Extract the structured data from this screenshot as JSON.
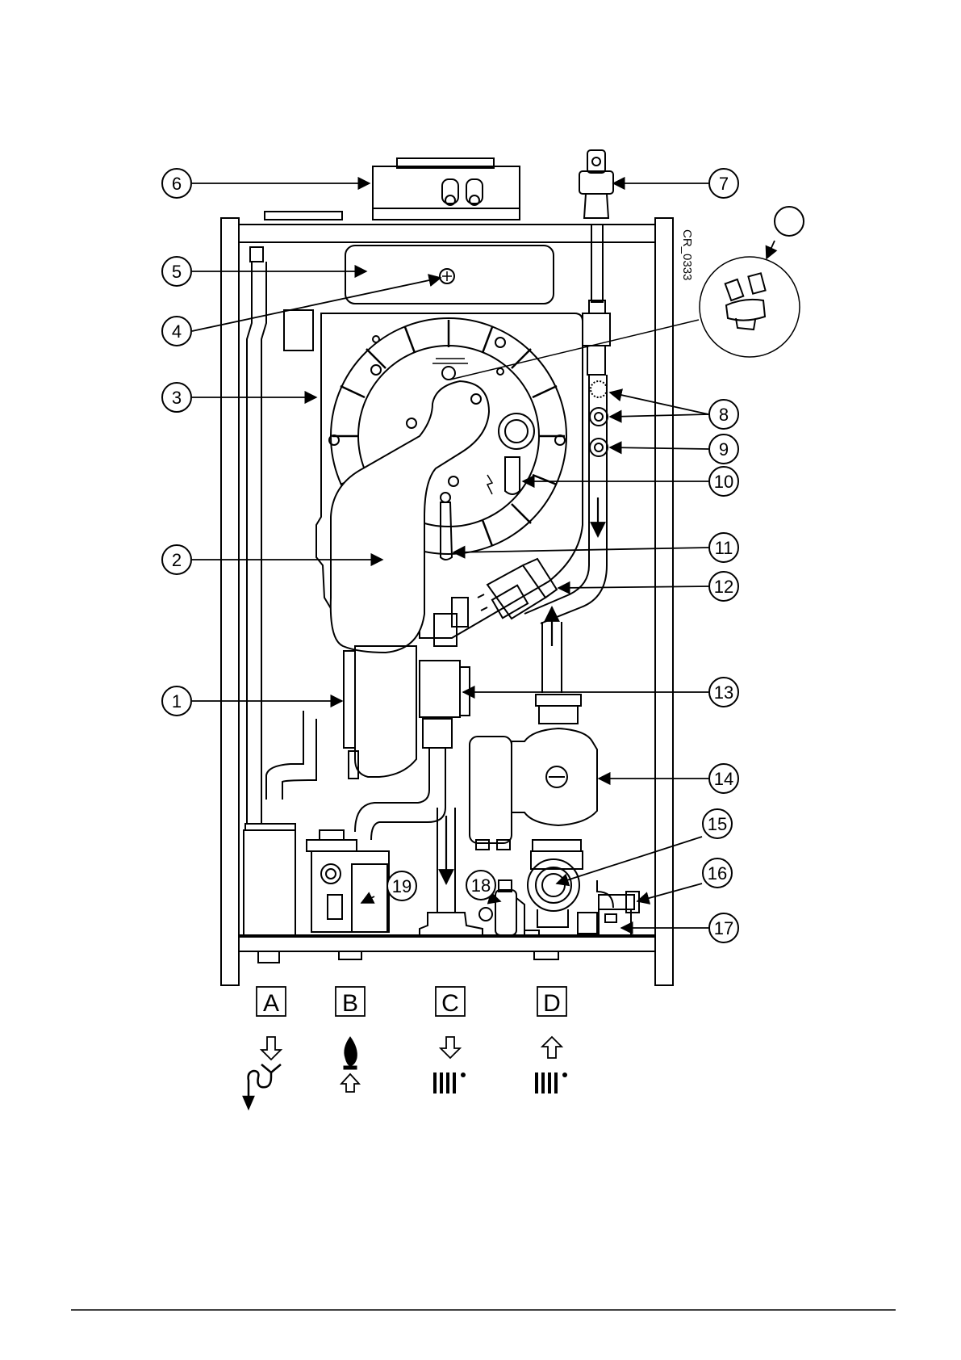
{
  "drawing_code": "CR_0333",
  "callouts": [
    "1",
    "2",
    "3",
    "4",
    "5",
    "6",
    "7",
    "8",
    "9",
    "10",
    "11",
    "12",
    "13",
    "14",
    "15",
    "16",
    "17",
    "18",
    "19"
  ],
  "inset_callout": "",
  "connections": [
    {
      "letter": "A",
      "icon": "condensate-drain-icon"
    },
    {
      "letter": "B",
      "icon": "gas-inlet-icon"
    },
    {
      "letter": "C",
      "icon": "heating-flow-icon"
    },
    {
      "letter": "D",
      "icon": "heating-return-icon"
    }
  ]
}
